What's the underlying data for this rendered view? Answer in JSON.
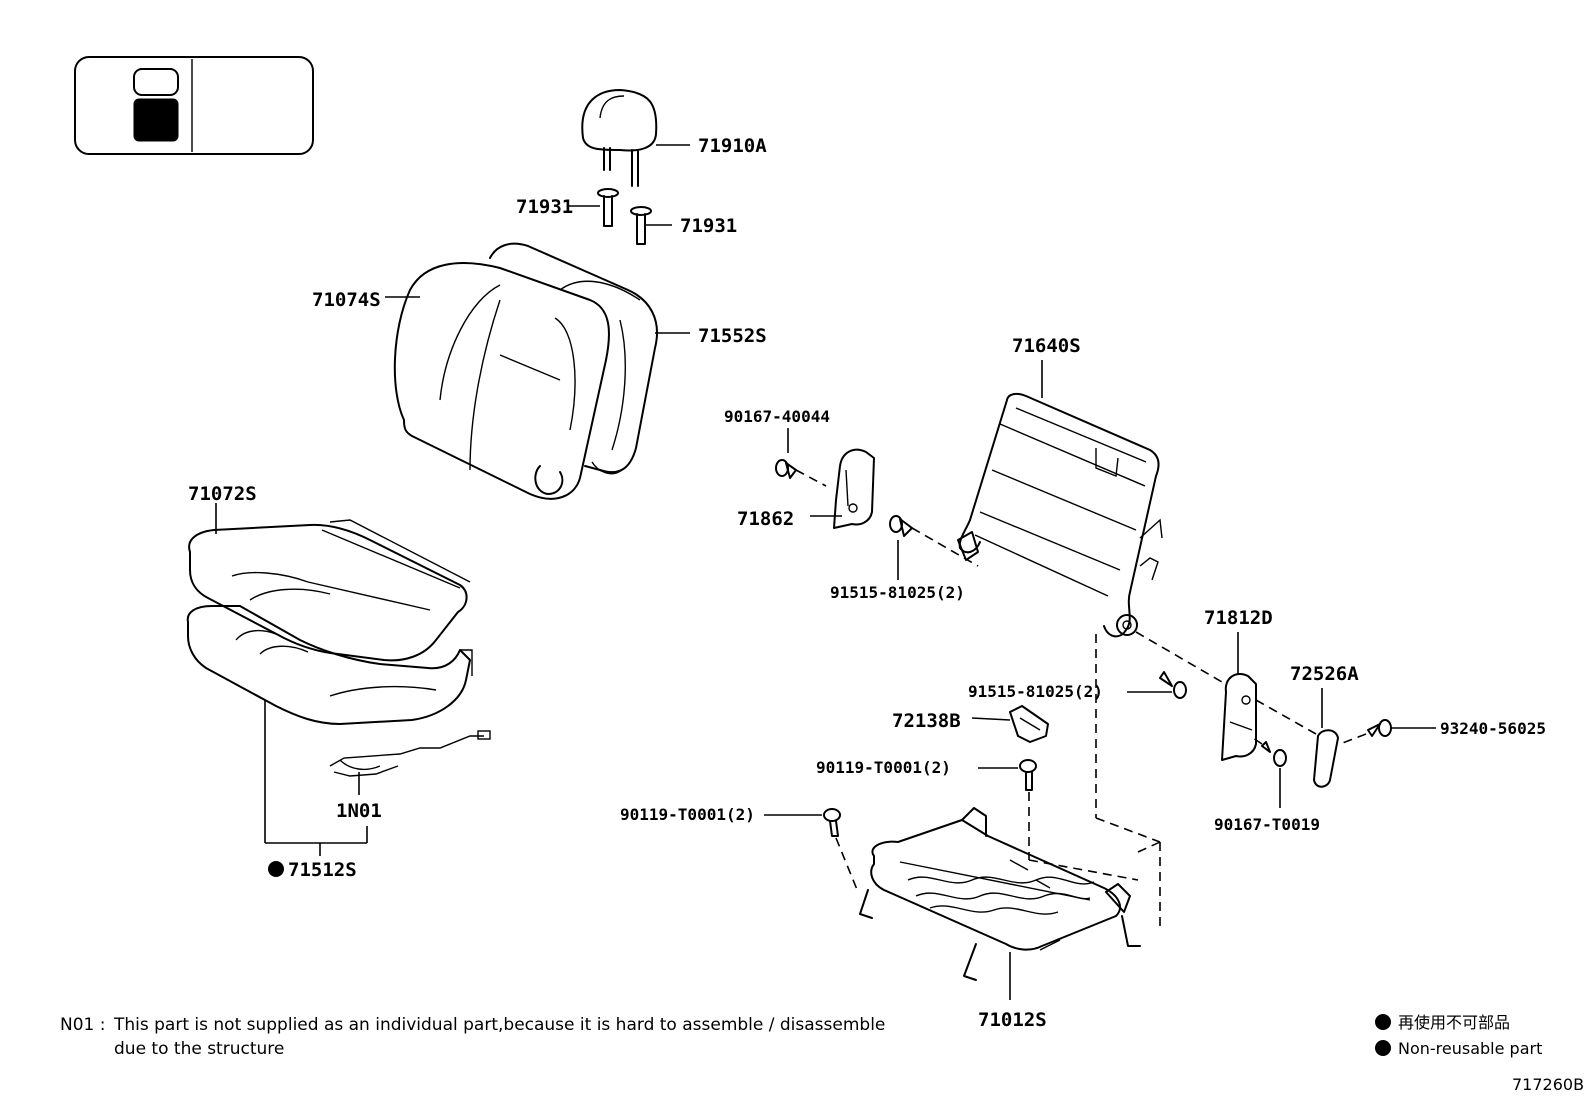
{
  "callouts": {
    "p71910A": "71910A",
    "p71931a": "71931",
    "p71931b": "71931",
    "p71074S": "71074S",
    "p71552S": "71552S",
    "p71640S": "71640S",
    "p90167_40044": "90167-40044",
    "p71862": "71862",
    "p91515_81025_a": "91515-81025(2)",
    "p71072S": "71072S",
    "p71812D": "71812D",
    "p72526A": "72526A",
    "p91515_81025_b": "91515-81025(2)",
    "p72138B": "72138B",
    "p93240_56025": "93240-56025",
    "p90119_T0001_a": "90119-T0001(2)",
    "p90119_T0001_b": "90119-T0001(2)",
    "p90167_T0019": "90167-T0019",
    "pN01": "1N01",
    "p71512S": "71512S",
    "p71012S": "71012S"
  },
  "note": {
    "code": "N01 :",
    "line1": "This part is not supplied as an individual part,because it is hard to assemble / disassemble",
    "line2": "due to the structure"
  },
  "legend": {
    "jp": "再使用不可部品",
    "en": "Non-reusable part"
  },
  "figure_id": "717260B"
}
